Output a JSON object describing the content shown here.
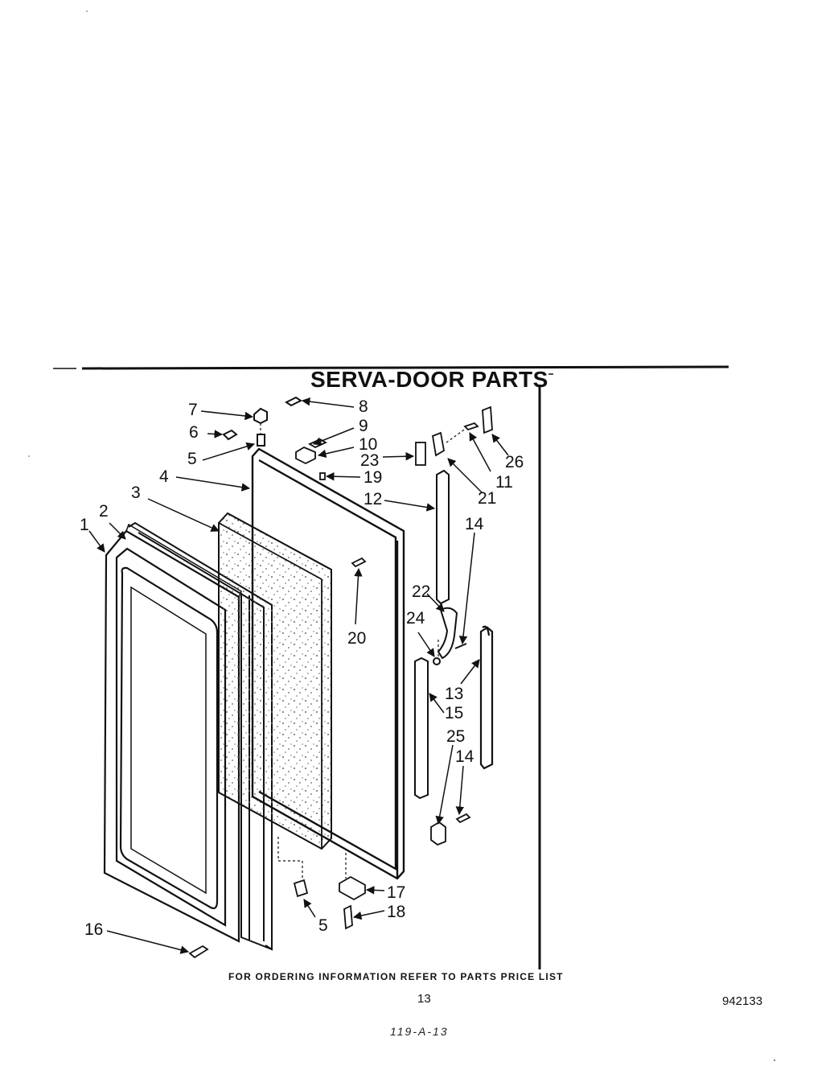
{
  "diagram": {
    "title": "SERVA-DOOR PARTS",
    "footer_note": "FOR ORDERING INFORMATION REFER TO PARTS PRICE LIST",
    "page_number": "13",
    "document_number": "942133",
    "handwritten_mark": "119-A-13"
  },
  "callouts": [
    "1",
    "2",
    "3",
    "4",
    "5",
    "6",
    "7",
    "8",
    "9",
    "10",
    "11",
    "12",
    "13",
    "14",
    "15",
    "16",
    "17",
    "18",
    "19",
    "20",
    "21",
    "22",
    "23",
    "24",
    "25",
    "26"
  ],
  "extra_callouts": [
    "5",
    "13",
    "14"
  ],
  "colors": {
    "ink": "#111111",
    "paper": "#ffffff",
    "foam": "#777777"
  }
}
